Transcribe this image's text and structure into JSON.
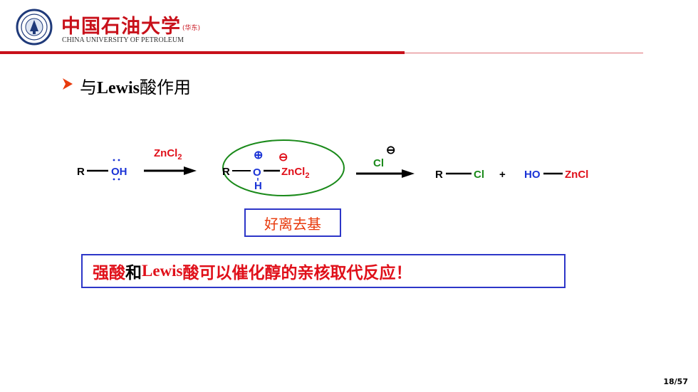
{
  "header": {
    "brand_cn": "中国石油大学",
    "brand_sub": "(华东)",
    "brand_en": "CHINA UNIVERSITY OF PETROLEUM"
  },
  "heading": {
    "prefix": "与",
    "bold": "Lewis",
    "suffix": "酸作用"
  },
  "reaction": {
    "reactant_r": "R",
    "reactant_oh": "OH",
    "reagent_zncl": "ZnCl",
    "reagent_sub": "2",
    "int_r": "R",
    "int_plus": "⊕",
    "int_minus": "⊖",
    "int_o": "O",
    "int_h": "H",
    "int_zncl": "ZnCl",
    "int_sub": "2",
    "cl_reagent": "Cl",
    "cl_minus": "⊖",
    "prod_r": "R",
    "prod_cl": "Cl",
    "plus": "+",
    "prod_ho": "HO",
    "prod_zncl": "ZnCl"
  },
  "tag": "好离去基",
  "summary": {
    "part1": "强酸",
    "part2": "和",
    "part3": "Lewis",
    "part4": "酸可以催化醇的亲核取代反应！"
  },
  "page_number": "18/57",
  "colors": {
    "brand_red": "#c8101a",
    "box_blue": "#2d36c8",
    "oxygen_blue": "#1a33d6",
    "zinc_red": "#e0101a",
    "chlorine_green": "#1a8a1a",
    "ellipse_green": "#1a8a1a"
  }
}
